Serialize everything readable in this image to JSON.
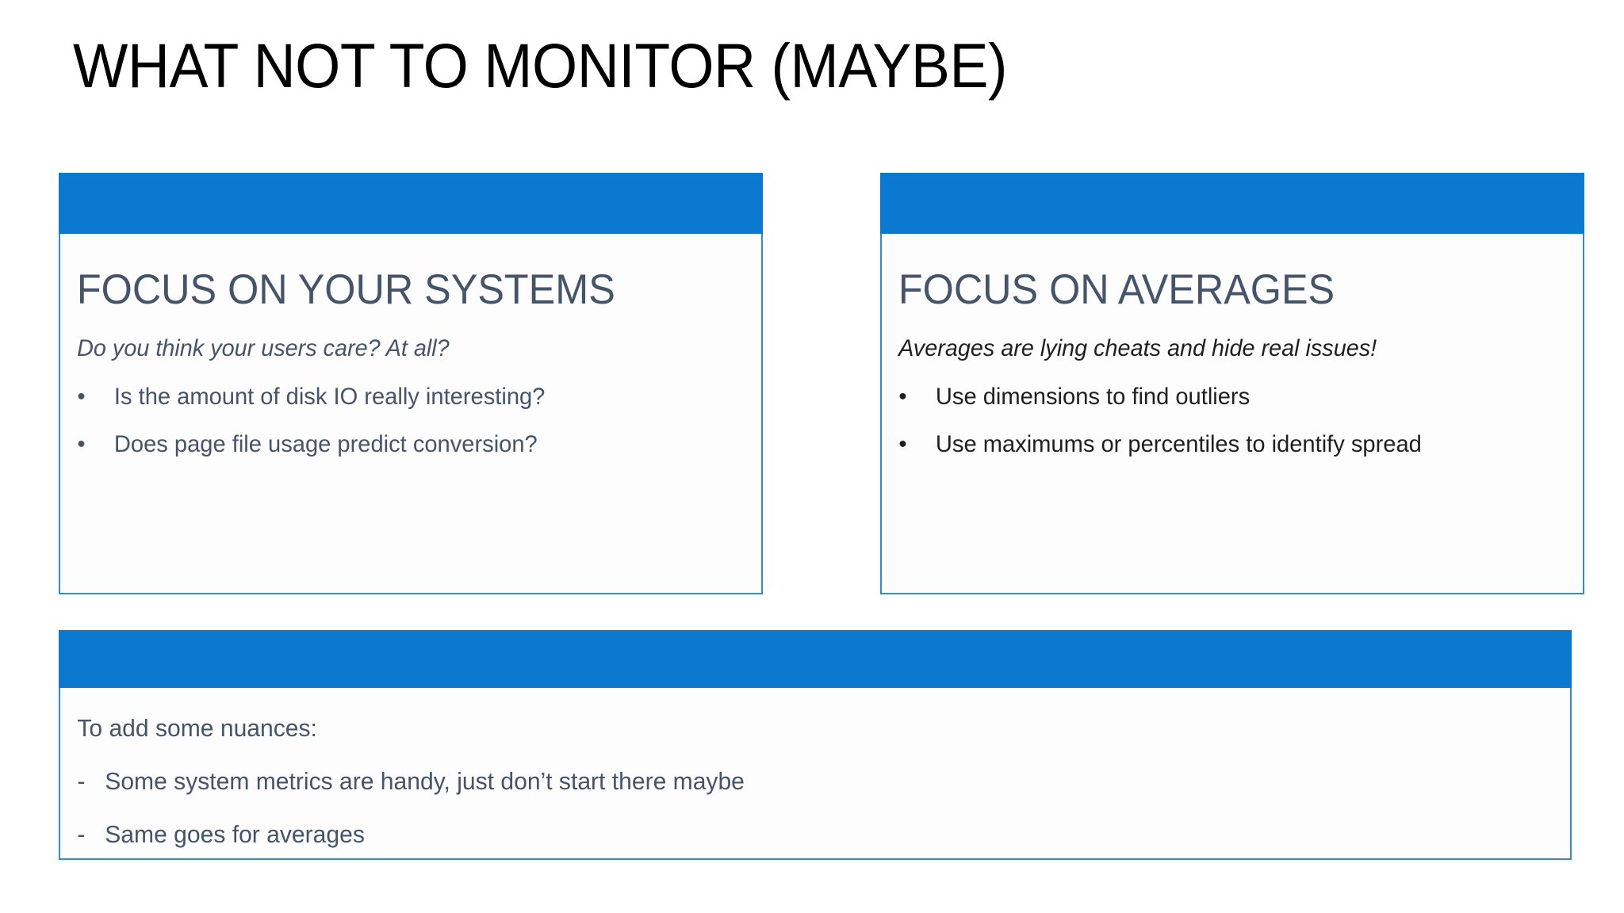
{
  "slide": {
    "title": "WHAT NOT TO MONITOR (MAYBE)",
    "accent_color": "#0B79D0",
    "border_color": "#2F8BD8",
    "slate_text_color": "#44546A",
    "dark_text_color": "#1F1F1F",
    "background_color": "#FFFFFF"
  },
  "cards": {
    "left": {
      "heading": "FOCUS ON YOUR SYSTEMS",
      "lead": "Do you think your users care? At all?",
      "bullet_glyph": "•",
      "bullets": [
        "Is the amount of disk IO really interesting?",
        "Does page file usage predict conversion?"
      ]
    },
    "right": {
      "heading": "FOCUS ON AVERAGES",
      "lead": "Averages are lying cheats and hide real issues!",
      "bullet_glyph": "•",
      "bullets": [
        "Use dimensions to find outliers",
        "Use maximums or percentiles to identify spread"
      ]
    },
    "bottom": {
      "lead": "To add some nuances:",
      "dash_glyph": "-",
      "items": [
        "Some system metrics are handy, just don’t start there maybe",
        "Same goes for averages"
      ]
    }
  }
}
